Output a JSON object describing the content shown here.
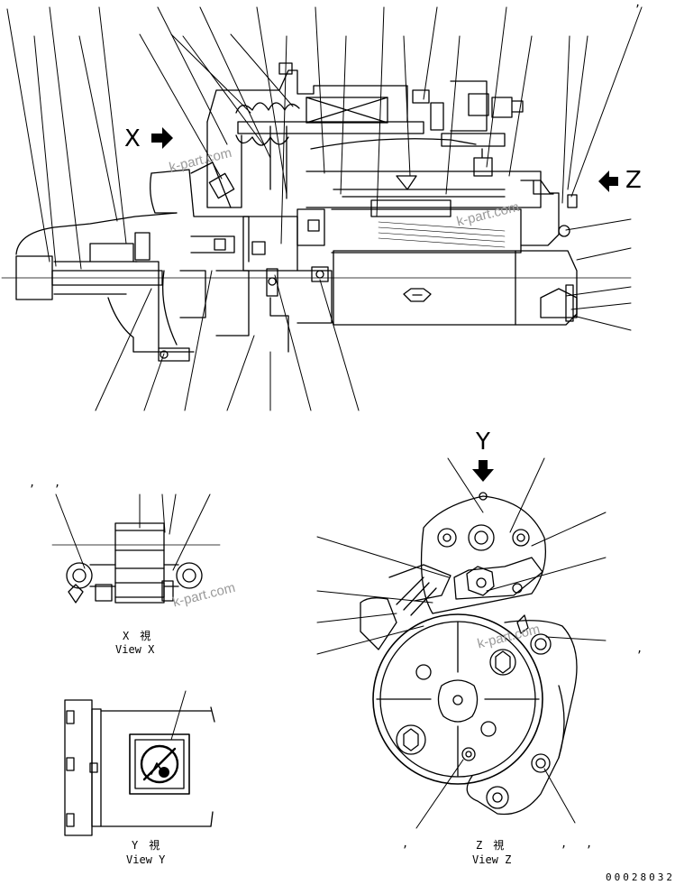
{
  "markers": {
    "x": "X",
    "z": "Z",
    "y": "Y"
  },
  "watermark": "k-part.com",
  "views": {
    "x": {
      "jp": "X　視",
      "en": "View X"
    },
    "y": {
      "jp": "Y　視",
      "en": "View Y"
    },
    "z": {
      "jp": "Z　視",
      "en": "View Z"
    }
  },
  "separators": ",",
  "catalog_number": "00028032"
}
